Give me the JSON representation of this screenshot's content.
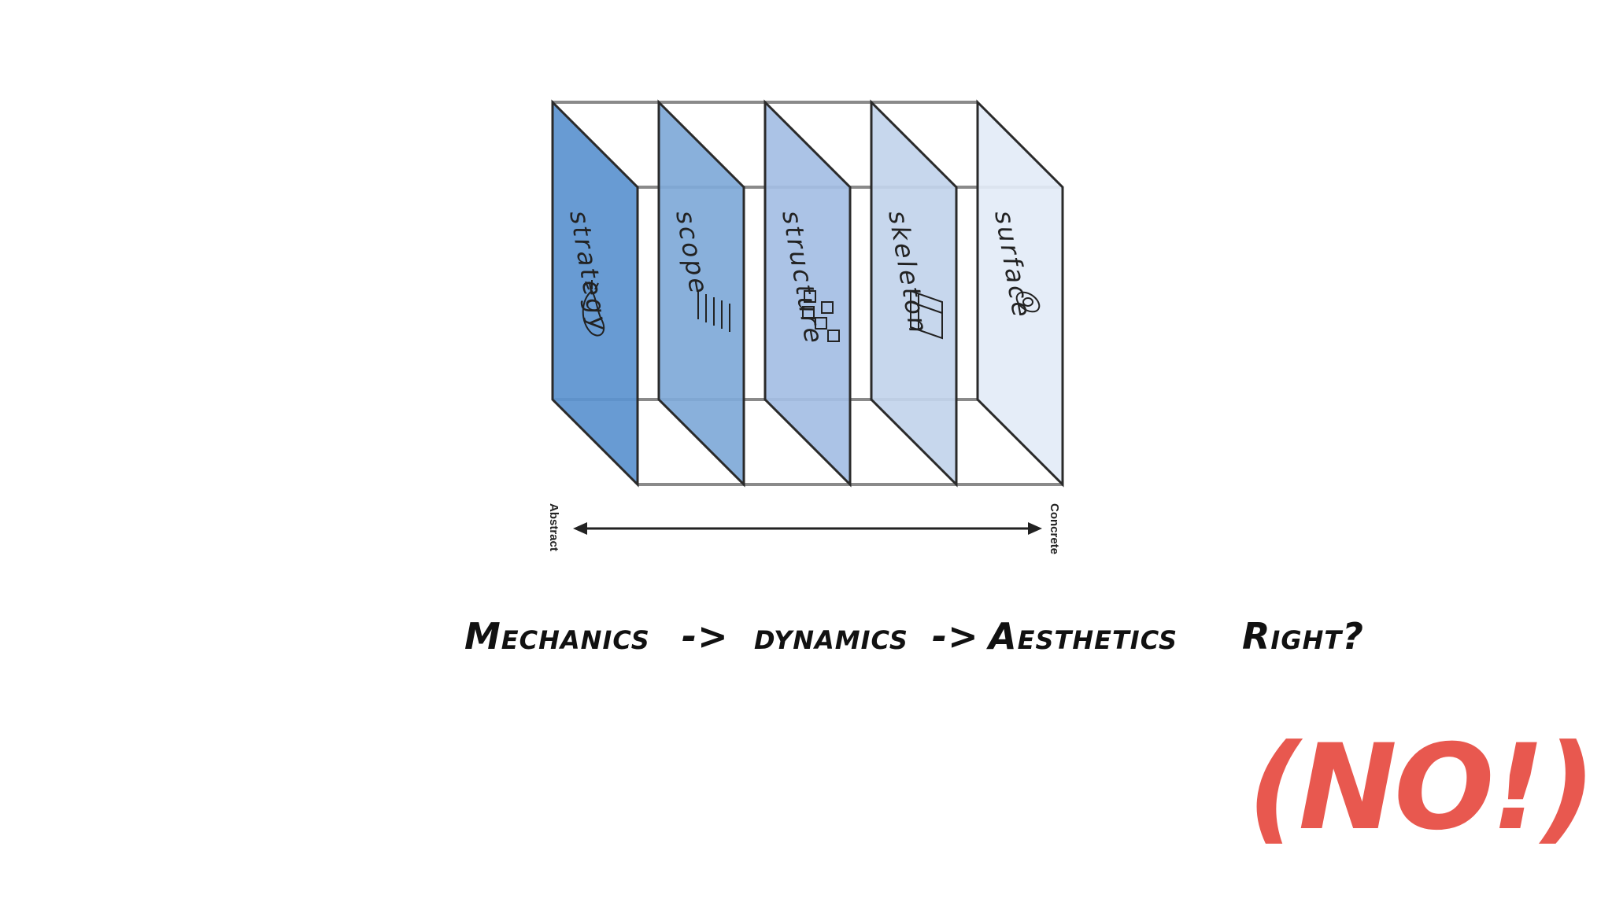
{
  "diagram": {
    "planes": [
      {
        "label": "strategy",
        "icon": "eggplant-icon",
        "fill": "#5b93cf"
      },
      {
        "label": "scope",
        "icon": "list-lines-icon",
        "fill": "#7fa9d8"
      },
      {
        "label": "structure",
        "icon": "flowchart-icon",
        "fill": "#a4bee4"
      },
      {
        "label": "skeleton",
        "icon": "wireframe-icon",
        "fill": "#c2d4ec"
      },
      {
        "label": "surface",
        "icon": "eye-icon",
        "fill": "#e3ebf7"
      }
    ],
    "axis": {
      "left_label": "Abstract",
      "right_label": "Concrete"
    }
  },
  "caption": {
    "mechanics": "Mechanics",
    "arrow1": "->",
    "dynamics": "dynamics",
    "arrow2": "->",
    "aesthetics": "Aesthetics",
    "right": "Right?"
  },
  "badge": {
    "text": "(NO!)",
    "color": "#e8584f"
  }
}
